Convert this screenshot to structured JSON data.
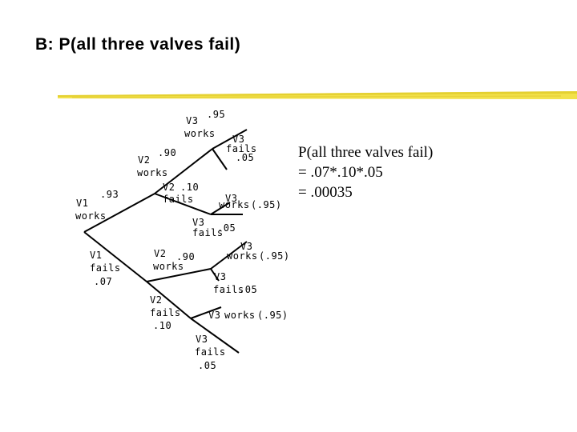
{
  "title": "B: P(all three valves fail)",
  "colors": {
    "underline": "#f2e14a",
    "underline_dark": "#d9c21c",
    "text": "#000000"
  },
  "tree_labels": {
    "v1_works": {
      "name": "V1",
      "state": "works",
      "prob": ".93"
    },
    "v1_fails": {
      "name": "V1",
      "state": "fails",
      "prob": ".07"
    },
    "v2_works_top": {
      "name": "V2",
      "state": "works",
      "prob": ".90"
    },
    "v2_fails_top": {
      "name": "V2",
      "state": "fails",
      "prob": ".10"
    },
    "v3_works_a": {
      "name": "V3",
      "state": "works",
      "prob": ".95"
    },
    "v3_fails_a": {
      "name": "V3",
      "state": "fails",
      "prob": ".05"
    },
    "v3_works_b": {
      "name": "V3",
      "state": "works",
      "prob": "(.95)"
    },
    "v3_fails_b": {
      "name": "V3",
      "state": "fails",
      "prob": ".05"
    },
    "v2_works_bot": {
      "name": "V2",
      "state": "works",
      "prob": ".90"
    },
    "v2_fails_bot": {
      "name": "V2",
      "state": "fails",
      "prob": ".10"
    },
    "v3_works_c": {
      "name": "V3",
      "state": "works",
      "prob": "(.95)"
    },
    "v3_fails_c": {
      "name": "V3",
      "state": "fails",
      "prob": ".05"
    },
    "v3_works_d": {
      "name": "V3",
      "state": "works",
      "prob": "(.95)"
    },
    "v3_fails_d": {
      "name": "V3",
      "state": "fails",
      "prob": ".05"
    }
  },
  "side_text": {
    "line1": "P(all three valves fail)",
    "line2": "= .07*.10*.05",
    "line3": "= .00035"
  }
}
